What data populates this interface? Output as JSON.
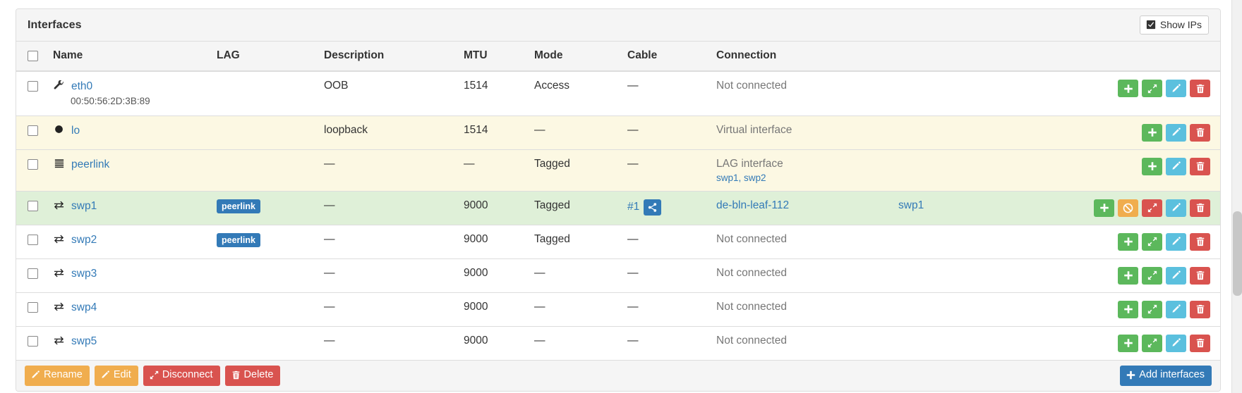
{
  "panel": {
    "title": "Interfaces",
    "show_ips_label": "Show IPs",
    "show_ips_icon": "check-square-icon"
  },
  "table": {
    "columns": [
      "Name",
      "LAG",
      "Description",
      "MTU",
      "Mode",
      "Cable",
      "Connection"
    ],
    "dash": "—",
    "rows": [
      {
        "icon": "wrench-icon",
        "name": "eth0",
        "mac": "00:50:56:2D:3B:89",
        "lag": "",
        "description": "OOB",
        "mtu": "1514",
        "mode": "Access",
        "cable": "—",
        "connection": "Not connected",
        "connection_style": "muted",
        "connection_sub": "",
        "peer": "",
        "row_style": "default",
        "actions": [
          "add-icon",
          "connect-icon",
          "edit-icon",
          "delete-icon"
        ]
      },
      {
        "icon": "circle-icon",
        "name": "lo",
        "mac": "",
        "lag": "",
        "description": "loopback",
        "mtu": "1514",
        "mode": "—",
        "cable": "—",
        "connection": "Virtual interface",
        "connection_style": "muted",
        "connection_sub": "",
        "peer": "",
        "row_style": "warning",
        "actions": [
          "add-icon",
          "edit-icon",
          "delete-icon"
        ]
      },
      {
        "icon": "layer-group-icon",
        "name": "peerlink",
        "mac": "",
        "lag": "",
        "description": "—",
        "mtu": "—",
        "mode": "Tagged",
        "cable": "—",
        "connection": "LAG interface",
        "connection_style": "muted",
        "connection_sub": "swp1, swp2",
        "peer": "",
        "row_style": "warning",
        "actions": [
          "add-icon",
          "edit-icon",
          "delete-icon"
        ]
      },
      {
        "icon": "exchange-icon",
        "name": "swp1",
        "mac": "",
        "lag": "peerlink",
        "description": "—",
        "mtu": "9000",
        "mode": "Tagged",
        "cable": "#1",
        "cable_trace_icon": "share-alt-icon",
        "connection": "de-bln-leaf-112",
        "connection_style": "link",
        "connection_sub": "",
        "peer": "swp1",
        "row_style": "success",
        "actions": [
          "add-icon",
          "disconnect-icon",
          "trace-icon",
          "edit-icon",
          "delete-icon"
        ]
      },
      {
        "icon": "exchange-icon",
        "name": "swp2",
        "mac": "",
        "lag": "peerlink",
        "description": "—",
        "mtu": "9000",
        "mode": "Tagged",
        "cable": "—",
        "connection": "Not connected",
        "connection_style": "muted",
        "connection_sub": "",
        "peer": "",
        "row_style": "default",
        "actions": [
          "add-icon",
          "connect-icon",
          "edit-icon",
          "delete-icon"
        ]
      },
      {
        "icon": "exchange-icon",
        "name": "swp3",
        "mac": "",
        "lag": "",
        "description": "—",
        "mtu": "9000",
        "mode": "—",
        "cable": "—",
        "connection": "Not connected",
        "connection_style": "muted",
        "connection_sub": "",
        "peer": "",
        "row_style": "default",
        "actions": [
          "add-icon",
          "connect-icon",
          "edit-icon",
          "delete-icon"
        ]
      },
      {
        "icon": "exchange-icon",
        "name": "swp4",
        "mac": "",
        "lag": "",
        "description": "—",
        "mtu": "9000",
        "mode": "—",
        "cable": "—",
        "connection": "Not connected",
        "connection_style": "muted",
        "connection_sub": "",
        "peer": "",
        "row_style": "default",
        "actions": [
          "add-icon",
          "connect-icon",
          "edit-icon",
          "delete-icon"
        ]
      },
      {
        "icon": "exchange-icon",
        "name": "swp5",
        "mac": "",
        "lag": "",
        "description": "—",
        "mtu": "9000",
        "mode": "—",
        "cable": "—",
        "connection": "Not connected",
        "connection_style": "muted",
        "connection_sub": "",
        "peer": "",
        "row_style": "default",
        "actions": [
          "add-icon",
          "connect-icon",
          "edit-icon",
          "delete-icon"
        ]
      }
    ]
  },
  "footer": {
    "rename_label": "Rename",
    "edit_label": "Edit",
    "disconnect_label": "Disconnect",
    "delete_label": "Delete",
    "add_label": "Add interfaces"
  },
  "colors": {
    "link": "#337ab7",
    "success_row": "#dff0d8",
    "warning_row": "#fcf8e3",
    "green": "#5cb85c",
    "blue": "#5bc0de",
    "red": "#d9534f",
    "orange": "#f0ad4e",
    "primary": "#337ab7"
  }
}
